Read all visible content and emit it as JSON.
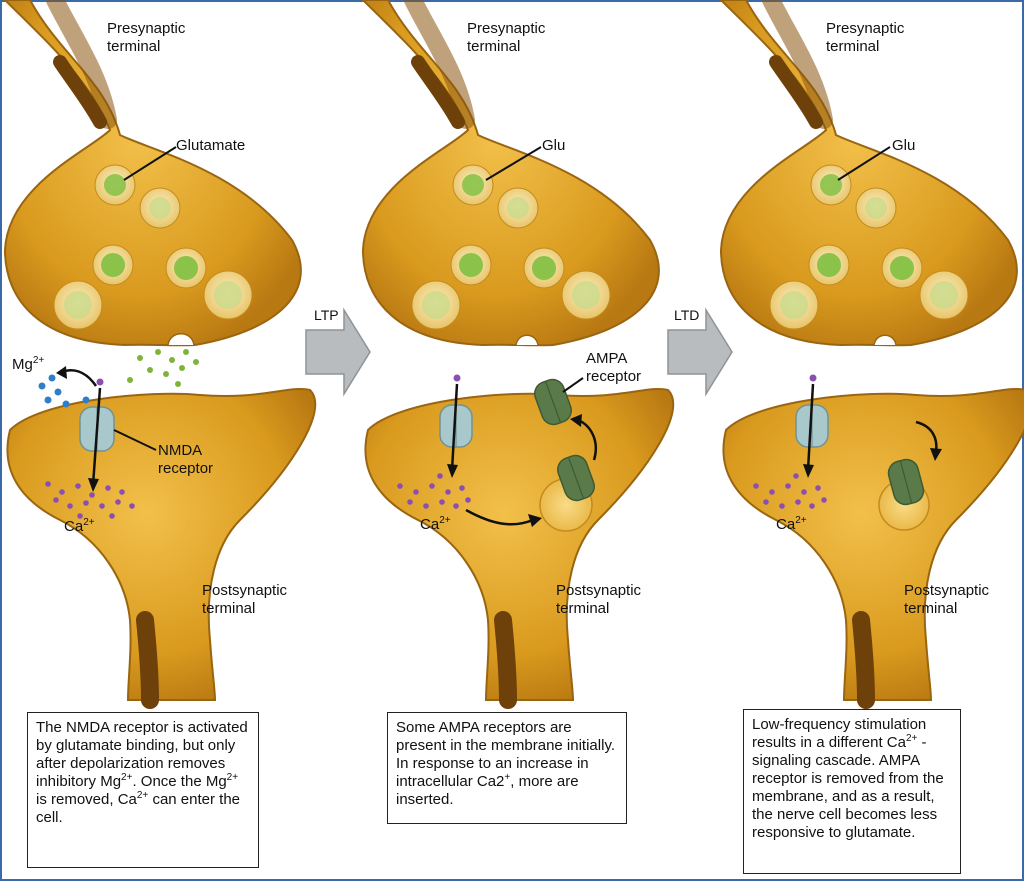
{
  "panels": [
    {
      "presynaptic": "Presynaptic\nterminal",
      "postsynaptic": "Postsynaptic\nterminal",
      "glutamate": "Glutamate",
      "mg": {
        "base": "Mg",
        "sup": "2+"
      },
      "nmda": "NMDA\nreceptor",
      "ca": {
        "base": "Ca",
        "sup": "2+"
      },
      "caption": [
        {
          "t": "The NMDA receptor is activated by glutamate binding, but only after depolarization removes inhibitory Mg"
        },
        {
          "sup": "2+"
        },
        {
          "t": ". Once the Mg"
        },
        {
          "sup": "2+"
        },
        {
          "t": " is removed, Ca"
        },
        {
          "sup": "2+"
        },
        {
          "t": " can enter the cell."
        }
      ]
    },
    {
      "presynaptic": "Presynaptic\nterminal",
      "postsynaptic": "Postsynaptic\nterminal",
      "glutamate": "Glu",
      "ampa": "AMPA\nreceptor",
      "ca": {
        "base": "Ca",
        "sup": "2+"
      },
      "caption": [
        {
          "t": "Some AMPA receptors are present in the membrane initially. In response to an increase in intracellular Ca2"
        },
        {
          "sup": "+"
        },
        {
          "t": ", more are inserted."
        }
      ]
    },
    {
      "presynaptic": "Presynaptic\nterminal",
      "postsynaptic": "Postsynaptic\nterminal",
      "glutamate": "Glu",
      "ca": {
        "base": "Ca",
        "sup": "2+"
      },
      "caption": [
        {
          "t": "Low-frequency stimulation results in a different Ca"
        },
        {
          "sup": "2+"
        },
        {
          "t": " -signaling cascade. AMPA receptor is removed from the membrane, and as a result, the nerve cell becomes less responsive to glutamate."
        }
      ]
    }
  ],
  "arrows": [
    "LTP",
    "LTD"
  ],
  "colors": {
    "cell_fill": "#d99a1e",
    "cell_light": "#f0b940",
    "cell_edge": "#9a6510",
    "axon_dark": "#8a5510",
    "vesicle_fill": "#f7e6a0",
    "glutamate": "#7fb43a",
    "mg_ion": "#2f7fc8",
    "ca_ion": "#8a4fb0",
    "nmda": "#a9c8cc",
    "ampa": "#5a7a4a",
    "arrow_fill": "#b8bcbf",
    "frame": "#3a6aa8"
  }
}
